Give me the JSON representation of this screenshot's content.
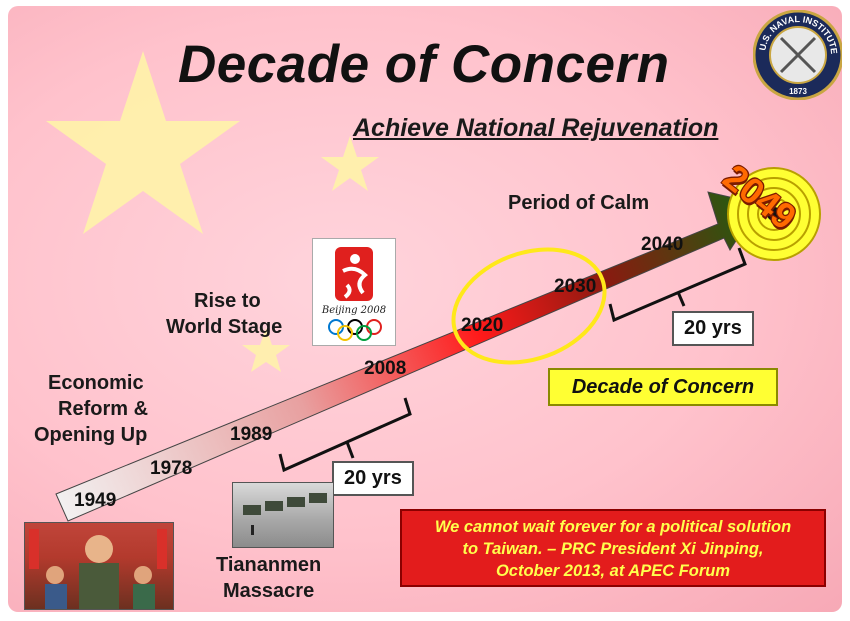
{
  "slide": {
    "title": "Decade of Concern",
    "subtitle": "Achieve National Rejuvenation"
  },
  "timeline": {
    "years": [
      "1949",
      "1978",
      "1989",
      "2008",
      "2020",
      "2030",
      "2040"
    ],
    "target_year": "2049",
    "interval_label_1": "20 yrs",
    "interval_label_2": "20 yrs"
  },
  "labels": {
    "economic_reform": [
      "Economic",
      "Reform &",
      "Opening Up"
    ],
    "rise_world_stage": [
      "Rise to",
      "World Stage"
    ],
    "tiananmen": [
      "Tiananmen",
      "Massacre"
    ],
    "period_of_calm": "Period of Calm",
    "decade_of_concern": "Decade of Concern"
  },
  "images": {
    "beijing_logo_text": "Beijing 2008",
    "badge_text_top": "U.S. NAVAL INSTITUTE",
    "badge_year": "1873"
  },
  "quote": {
    "lines": [
      "We cannot wait forever for a political solution",
      "to Taiwan. – PRC President Xi Jinping,",
      "October 2013, at APEC Forum"
    ]
  },
  "colors": {
    "background": "#ffc2cc",
    "star": "#fff3a8",
    "arrow_start": "#f2f2f2",
    "arrow_mid": "#ff1a1a",
    "arrow_end": "#1f5e10",
    "highlight_ellipse": "#ffe81a",
    "quote_bg": "#e31c1c",
    "quote_text": "#ffff4d",
    "year2049": "#ff6a00"
  }
}
